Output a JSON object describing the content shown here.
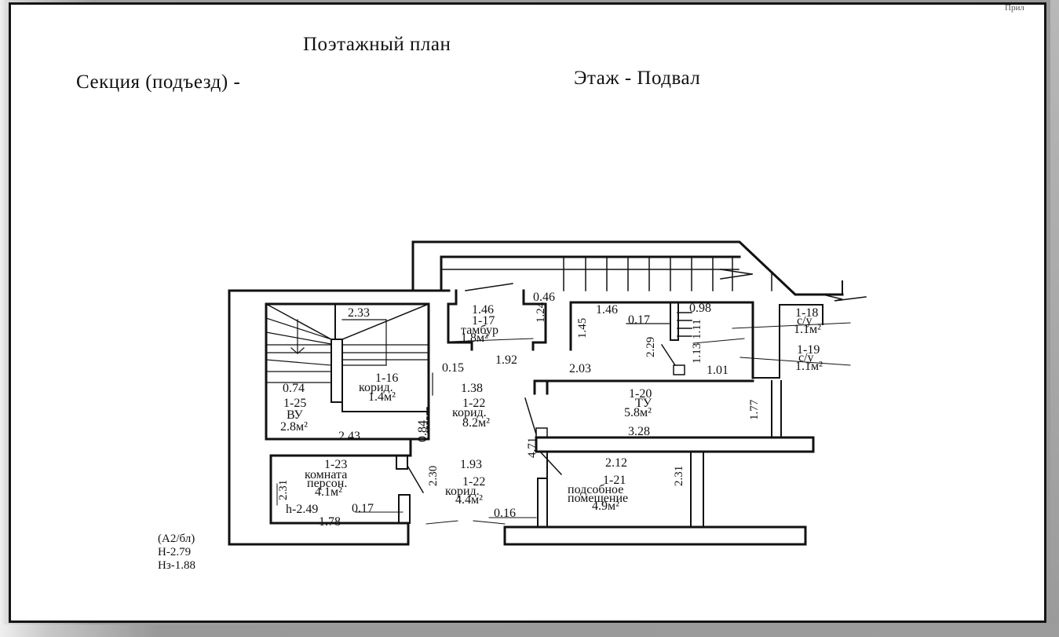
{
  "document": {
    "title": "Поэтажный план",
    "section_label": "Секция (подъезд) -",
    "floor_label": "Этаж  - Подвал",
    "corner_text": "Прил"
  },
  "legend": {
    "line1": "(А2/бл)",
    "line2": "Н-2.79",
    "line3": "Нз-1.88"
  },
  "rooms": [
    {
      "id": "1-16",
      "name": "корид.",
      "area": "1.4м²"
    },
    {
      "id": "1-17",
      "name": "тамбур",
      "area": "1.8м²"
    },
    {
      "id": "1-18",
      "name": "с/у",
      "area": "1.1м²"
    },
    {
      "id": "1-19",
      "name": "с/у",
      "area": "1.1м²"
    },
    {
      "id": "1-20",
      "name": "ТУ",
      "area": "5.8м²"
    },
    {
      "id": "1-21",
      "name_line1": "подсобное",
      "name_line2": "помещение",
      "area": "4.9м²"
    },
    {
      "id": "1-22",
      "name": "корид.",
      "area": "8.2м²"
    },
    {
      "id": "1-22",
      "name": "корид.",
      "area": "4.4м²"
    },
    {
      "id": "1-23",
      "name_line1": "комната",
      "name_line2": "персон.",
      "area": "4.1м²",
      "height": "h-2.49"
    },
    {
      "id": "1-25",
      "name": "ВУ",
      "area": "2.8м²"
    }
  ],
  "dimensions": {
    "d_233": "2.33",
    "d_074": "0.74",
    "d_243": "2.43",
    "d_084": "0.84",
    "d_015": "0.15",
    "d_192": "1.92",
    "d_138": "1.38",
    "d_046": "0.46",
    "d_146a": "1.46",
    "d_124": "1.24",
    "d_146b": "1.46",
    "d_145": "1.45",
    "d_017a": "0.17",
    "d_098": "0.98",
    "d_111": "1.11",
    "d_229": "2.29",
    "d_113": "1.13",
    "d_101": "1.01",
    "d_203": "2.03",
    "d_177": "1.77",
    "d_328": "3.28",
    "d_471": "4.71",
    "d_193": "1.93",
    "d_230": "2.30",
    "d_231a": "2.31",
    "d_017b": "0.17",
    "d_178": "1.78",
    "d_016": "0.16",
    "d_212": "2.12",
    "d_231b": "2.31"
  }
}
